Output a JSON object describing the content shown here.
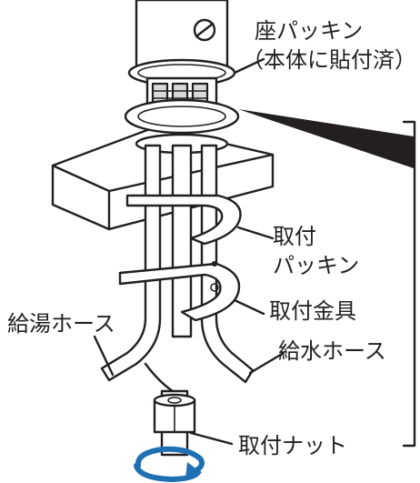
{
  "labels": {
    "seat_packing_line1": "座パッキン",
    "seat_packing_line2": "（本体に貼付済）",
    "mount_packing_line1": "取付",
    "mount_packing_line2": "パッキン",
    "mount_bracket": "取付金具",
    "hot_hose": "給湯ホース",
    "cold_hose": "給水ホース",
    "mount_nut": "取付ナット"
  },
  "icons": {
    "rotation_arrow": "rotation-arrow-icon"
  },
  "colors": {
    "ink": "#231f20",
    "rotation_arrow": "#1f6fb3"
  }
}
